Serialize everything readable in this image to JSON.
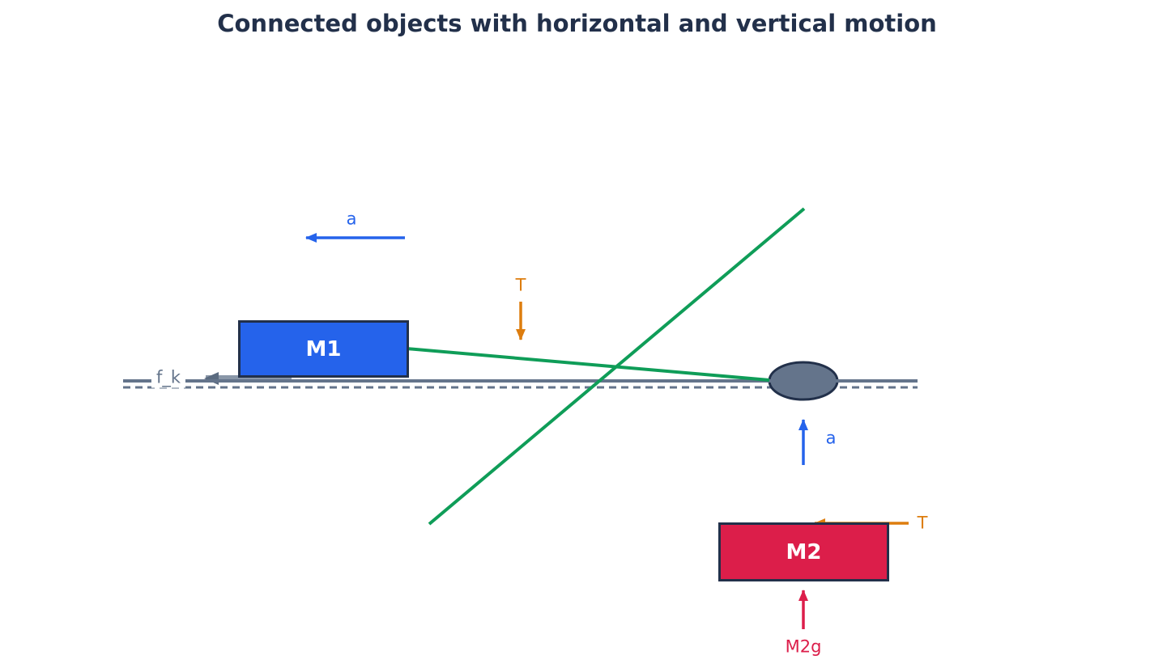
{
  "title": "Connected objects with horizontal and vertical motion",
  "colors": {
    "ink": "#22304a",
    "slate": "#64748b",
    "slatelt": "#8a97a8",
    "slatedk": "#5b6b80",
    "blue": "#2563eb",
    "green": "#0f9d58",
    "orange": "#dd7d0e",
    "crimson": "#dc1e4a"
  },
  "blocks": {
    "m1": {
      "label": "M1"
    },
    "m2": {
      "label": "M2"
    }
  },
  "labels": {
    "m1_accel": "a",
    "mid_tension": "T",
    "friction": "f_k",
    "m2_accel": "a",
    "m2_tension": "T",
    "m2_weight": "M2g"
  }
}
